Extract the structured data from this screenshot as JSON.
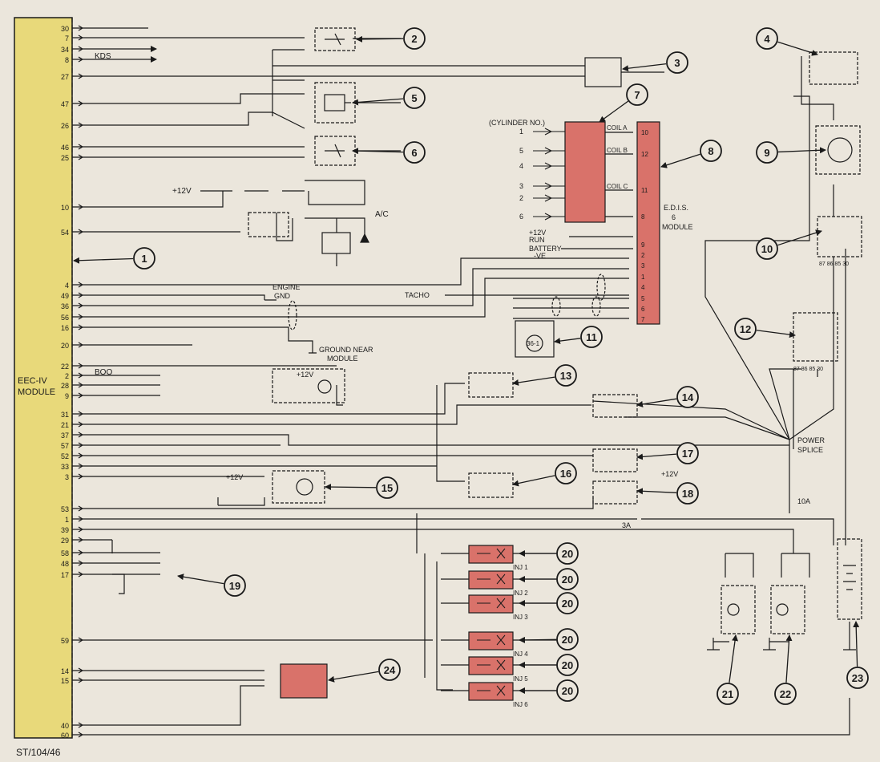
{
  "colors": {
    "paper": "#ebe6dc",
    "module_fill": "#e8d97a",
    "component_fill": "#d9726a",
    "ink": "#1a1a1a"
  },
  "eec_module": {
    "label_line1": "EEC-IV",
    "label_line2": "MODULE",
    "pins": [
      "30",
      "7",
      "34",
      "8",
      "27",
      "47",
      "26",
      "46",
      "25",
      "10",
      "54",
      "4",
      "49",
      "36",
      "56",
      "16",
      "20",
      "22",
      "2",
      "28",
      "9",
      "31",
      "21",
      "37",
      "57",
      "52",
      "33",
      "3",
      "53",
      "1",
      "39",
      "29",
      "58",
      "48",
      "17",
      "59",
      "14",
      "15",
      "40",
      "60"
    ]
  },
  "edis": {
    "label_line1": "E.D.I.S.",
    "label_line2": "6",
    "label_line3": "MODULE",
    "pins": [
      "10",
      "12",
      "11",
      "8",
      "9",
      "2",
      "3",
      "1",
      "4",
      "5",
      "6",
      "7"
    ]
  },
  "coil_pack": {
    "heading": "(CYLINDER NO.)",
    "cylinders": [
      "1",
      "5",
      "4",
      "3",
      "2",
      "6"
    ],
    "coils": [
      "COIL A",
      "COIL B",
      "COIL C"
    ]
  },
  "labels": {
    "kds": "KDS",
    "plus12v": "+12V",
    "ac": "A/C",
    "run_12v": "+12V",
    "run": "RUN",
    "battery": "BATTERY",
    "ve": "-VE",
    "engine_gnd_1": "ENGINE",
    "engine_gnd_2": "GND",
    "tacho": "TACHO",
    "ground_near_1": "GROUND NEAR",
    "ground_near_2": "MODULE",
    "boo": "BOO",
    "power_splice_1": "POWER",
    "power_splice_2": "SPLICE",
    "fuse_10a": "10A",
    "fuse_3a": "3A",
    "pip_sensor": "36-1",
    "relay_pins": "87 86 85 30",
    "figure_ref": "ST/104/46"
  },
  "injectors": [
    "INJ 1",
    "INJ 2",
    "INJ 3",
    "INJ 4",
    "INJ 5",
    "INJ 6"
  ],
  "callouts": [
    "1",
    "2",
    "3",
    "4",
    "5",
    "6",
    "7",
    "8",
    "9",
    "10",
    "11",
    "12",
    "13",
    "14",
    "15",
    "16",
    "17",
    "18",
    "19",
    "20",
    "21",
    "22",
    "23",
    "24"
  ]
}
